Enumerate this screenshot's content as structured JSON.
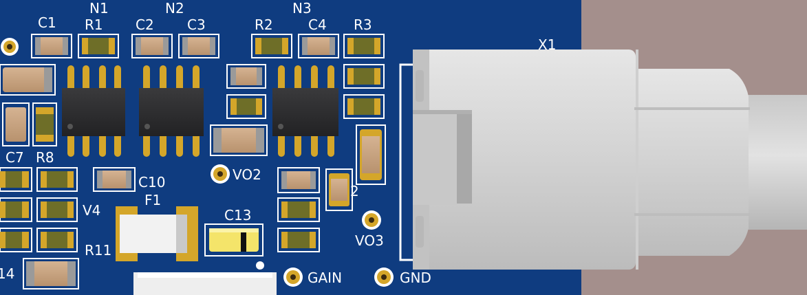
{
  "board": {
    "colors": {
      "pcb": "#0f3c80",
      "background": "#a48f8c",
      "silkscreen": "#ffffff",
      "pad": "#d4a62a",
      "ic_body": "#2c2c2e",
      "connector": "#d6d6d6"
    }
  },
  "silkscreen": {
    "c1": "C1",
    "n1": "N1",
    "r1": "R1",
    "n2": "N2",
    "c2": "C2",
    "c3": "C3",
    "n3": "N3",
    "r2": "R2",
    "c4": "C4",
    "r3": "R3",
    "x1": "X1",
    "c7": "C7",
    "r8": "R8",
    "c10": "C10",
    "vo2": "VO2",
    "f1": "F1",
    "v4": "V4",
    "r11": "R11",
    "c13": "C13",
    "vo3": "VO3",
    "n14": "14",
    "gain": "GAIN",
    "gnd": "GND",
    "partial_2": "2"
  }
}
